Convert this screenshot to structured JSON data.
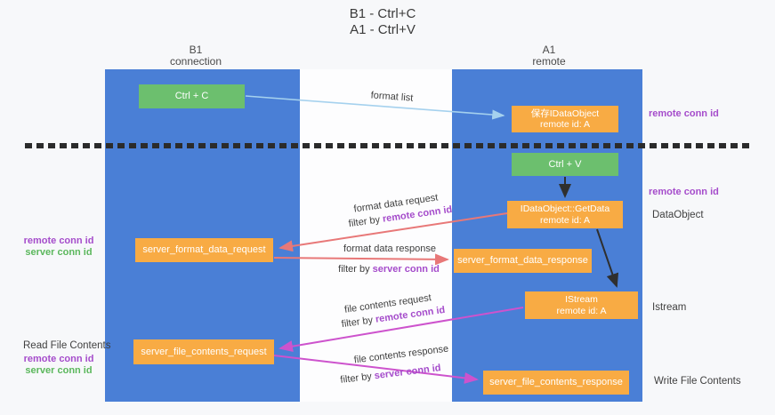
{
  "title": {
    "line1": "B1 - Ctrl+C",
    "line2": "A1 - Ctrl+V"
  },
  "columns": {
    "b1": {
      "title": "B1",
      "subtitle": "connection"
    },
    "a1": {
      "title": "A1",
      "subtitle": "remote"
    }
  },
  "boxes": {
    "ctrl_c": {
      "label": "Ctrl + C"
    },
    "save_dataobject": {
      "line1": "保存IDataObject",
      "line2": "remote id: A"
    },
    "ctrl_v": {
      "label": "Ctrl + V"
    },
    "getdata": {
      "line1": "IDataObject::GetData",
      "line2": "remote id: A"
    },
    "format_request": {
      "label": "server_format_data_request"
    },
    "format_response": {
      "label": "server_format_data_response"
    },
    "istream": {
      "line1": "IStream",
      "line2": "remote id: A"
    },
    "file_request": {
      "label": "server_file_contents_request"
    },
    "file_response": {
      "label": "server_file_contents_response"
    }
  },
  "labels": {
    "format_list": "format list",
    "format_data_request": "format data request",
    "format_data_response": "format data response",
    "file_contents_request": "file contents request",
    "file_contents_response": "file contents response",
    "filter_by": "filter by ",
    "remote_conn_id": "remote conn id",
    "server_conn_id": "server conn id",
    "dataobject": "DataObject",
    "istream": "Istream",
    "read_file_contents": "Read File Contents",
    "write_file_contents": "Write File Contents"
  },
  "colors": {
    "background": "#f7f8fa",
    "column_blue": "#4a7fd6",
    "box_green": "#6cbf6e",
    "box_orange": "#f8ab44",
    "purple_text": "#a54ccb",
    "green_text": "#5bb75c",
    "red_arrow": "#e87878",
    "magenta_arrow": "#cd53cd",
    "lightblue_arrow": "#a5d1ee",
    "black_arrow": "#2f2f2f"
  }
}
